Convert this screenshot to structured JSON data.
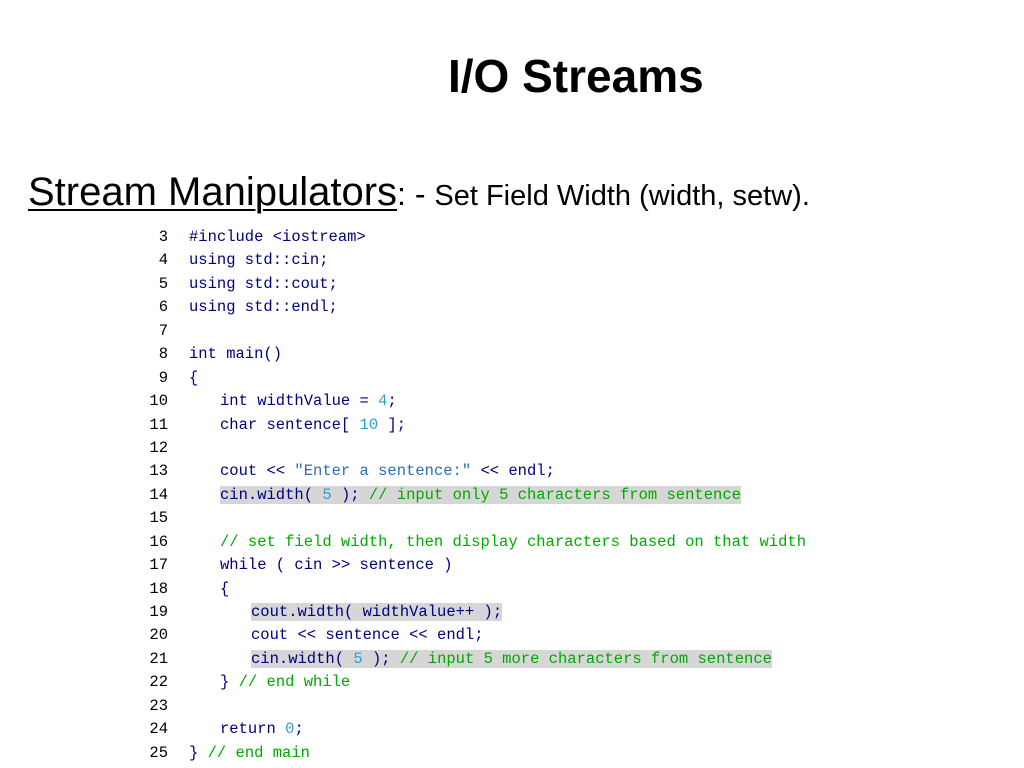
{
  "slide": {
    "title": "I/O Streams",
    "subtitle_topic": "Stream Manipulators",
    "subtitle_separator": ": - ",
    "subtitle_description": "Set Field Width (width, setw)."
  },
  "code": {
    "colors": {
      "default": "#00007f",
      "comment": "#00aa00",
      "string": "#2d6fb3",
      "number": "#2d9fd2",
      "highlight": "#d6d6d6",
      "line_number": "#000000"
    },
    "lines": [
      {
        "num": "3",
        "indent": 0,
        "highlight": false,
        "tokens": [
          {
            "t": "#include <iostream>",
            "c": "kw"
          }
        ]
      },
      {
        "num": "4",
        "indent": 0,
        "highlight": false,
        "tokens": [
          {
            "t": "using std::cin;",
            "c": "kw"
          }
        ]
      },
      {
        "num": "5",
        "indent": 0,
        "highlight": false,
        "tokens": [
          {
            "t": "using std::cout;",
            "c": "kw"
          }
        ]
      },
      {
        "num": "6",
        "indent": 0,
        "highlight": false,
        "tokens": [
          {
            "t": "using std::endl;",
            "c": "kw"
          }
        ]
      },
      {
        "num": "7",
        "indent": 0,
        "highlight": false,
        "tokens": []
      },
      {
        "num": "8",
        "indent": 0,
        "highlight": false,
        "tokens": [
          {
            "t": "int main()",
            "c": "kw"
          }
        ]
      },
      {
        "num": "9",
        "indent": 0,
        "highlight": false,
        "tokens": [
          {
            "t": "{",
            "c": "kw"
          }
        ]
      },
      {
        "num": "10",
        "indent": 1,
        "highlight": false,
        "tokens": [
          {
            "t": "int widthValue = ",
            "c": "kw"
          },
          {
            "t": "4",
            "c": "nm"
          },
          {
            "t": ";",
            "c": "kw"
          }
        ]
      },
      {
        "num": "11",
        "indent": 1,
        "highlight": false,
        "tokens": [
          {
            "t": "char sentence[ ",
            "c": "kw"
          },
          {
            "t": "10",
            "c": "nm"
          },
          {
            "t": " ];",
            "c": "kw"
          }
        ]
      },
      {
        "num": "12",
        "indent": 0,
        "highlight": false,
        "tokens": []
      },
      {
        "num": "13",
        "indent": 1,
        "highlight": false,
        "tokens": [
          {
            "t": "cout << ",
            "c": "kw"
          },
          {
            "t": "\"Enter a sentence:\"",
            "c": "st"
          },
          {
            "t": " << endl;",
            "c": "kw"
          }
        ]
      },
      {
        "num": "14",
        "indent": 1,
        "highlight": true,
        "tokens": [
          {
            "t": "cin.width( ",
            "c": "kw"
          },
          {
            "t": "5",
            "c": "nm"
          },
          {
            "t": " ); ",
            "c": "kw"
          },
          {
            "t": "// input only 5 characters from sentence",
            "c": "cm"
          }
        ]
      },
      {
        "num": "15",
        "indent": 0,
        "highlight": false,
        "tokens": []
      },
      {
        "num": "16",
        "indent": 1,
        "highlight": false,
        "tokens": [
          {
            "t": "// set field width, then display characters based on that width",
            "c": "cm"
          }
        ]
      },
      {
        "num": "17",
        "indent": 1,
        "highlight": false,
        "tokens": [
          {
            "t": "while ( cin >> sentence )",
            "c": "kw"
          }
        ]
      },
      {
        "num": "18",
        "indent": 1,
        "highlight": false,
        "tokens": [
          {
            "t": "{",
            "c": "kw"
          }
        ]
      },
      {
        "num": "19",
        "indent": 2,
        "highlight": true,
        "tokens": [
          {
            "t": "cout.width( widthValue++ );",
            "c": "kw"
          }
        ]
      },
      {
        "num": "20",
        "indent": 2,
        "highlight": false,
        "tokens": [
          {
            "t": "cout << sentence << endl;",
            "c": "kw"
          }
        ]
      },
      {
        "num": "21",
        "indent": 2,
        "highlight": true,
        "tokens": [
          {
            "t": "cin.width( ",
            "c": "kw"
          },
          {
            "t": "5",
            "c": "nm"
          },
          {
            "t": " ); ",
            "c": "kw"
          },
          {
            "t": "// input 5 more characters from sentence",
            "c": "cm"
          }
        ]
      },
      {
        "num": "22",
        "indent": 1,
        "highlight": false,
        "tokens": [
          {
            "t": "} ",
            "c": "kw"
          },
          {
            "t": "// end while",
            "c": "cm"
          }
        ]
      },
      {
        "num": "23",
        "indent": 0,
        "highlight": false,
        "tokens": []
      },
      {
        "num": "24",
        "indent": 1,
        "highlight": false,
        "tokens": [
          {
            "t": "return ",
            "c": "kw"
          },
          {
            "t": "0",
            "c": "nm"
          },
          {
            "t": ";",
            "c": "kw"
          }
        ]
      },
      {
        "num": "25",
        "indent": 0,
        "highlight": false,
        "tokens": [
          {
            "t": "} ",
            "c": "kw"
          },
          {
            "t": "// end main",
            "c": "cm"
          }
        ]
      }
    ]
  }
}
